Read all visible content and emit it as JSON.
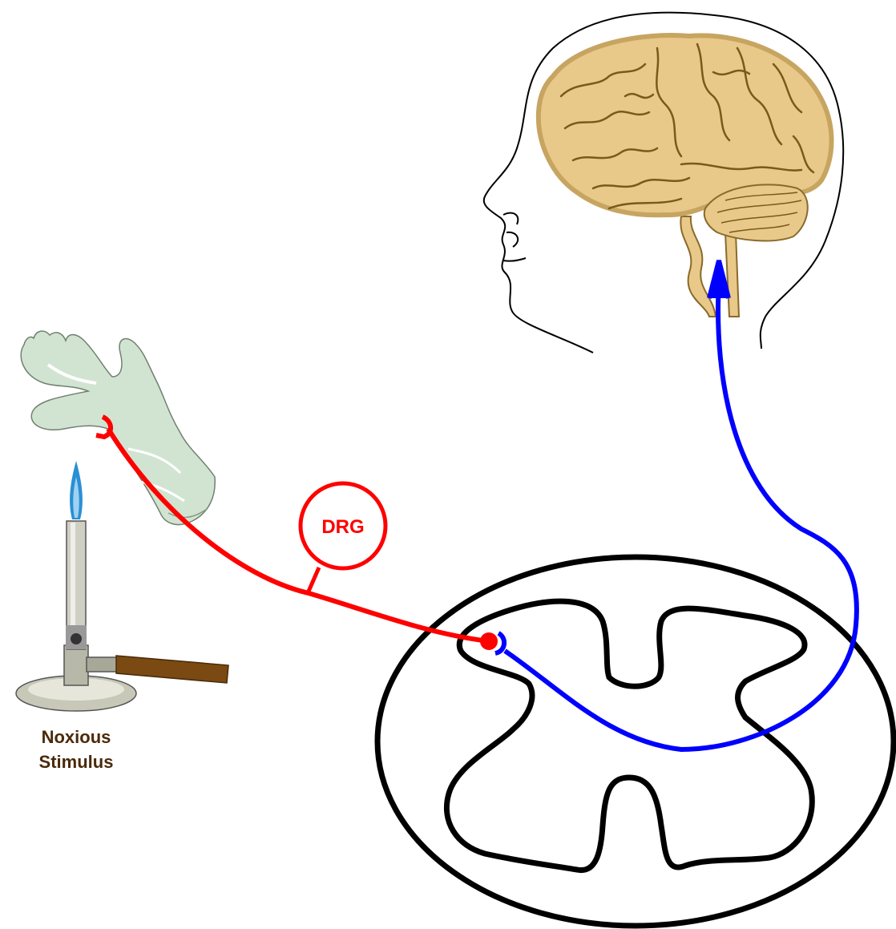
{
  "labels": {
    "drg": "DRG",
    "stimulus_line1": "Noxious",
    "stimulus_line2": "Stimulus"
  },
  "colors": {
    "primary_afferent": "#ff0000",
    "ascending_pathway": "#0000ff",
    "outline": "#000000",
    "brain_fill": "#e8c98a",
    "brain_edge": "#8a6a2a",
    "glove_fill": "#cfe3cf",
    "flame": "#2a8fd6",
    "hose": "#7a4a12",
    "stimulus_label": "#4a2a0a"
  },
  "icons": {
    "head": "human-head-icon",
    "brain": "brain-icon",
    "hand": "glove-hand-icon",
    "burner": "bunsen-burner-icon",
    "spinal_cord": "spinal-cord-cross-section-icon"
  }
}
